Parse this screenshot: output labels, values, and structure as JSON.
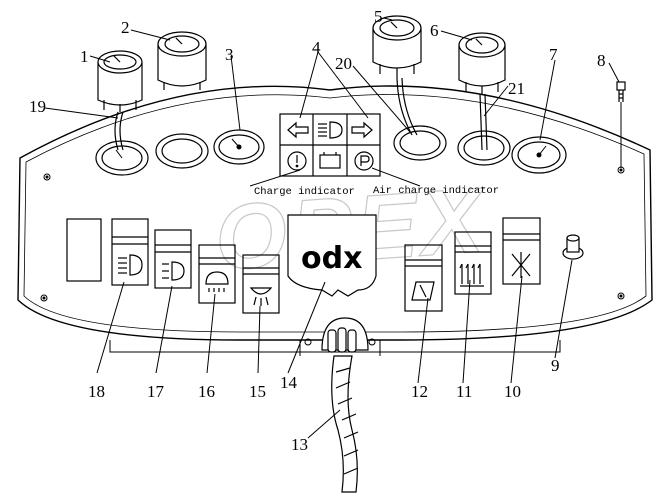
{
  "diagram": {
    "callouts": [
      "1",
      "2",
      "3",
      "4",
      "5",
      "6",
      "7",
      "8",
      "9",
      "10",
      "11",
      "12",
      "13",
      "14",
      "15",
      "16",
      "17",
      "18",
      "19",
      "20",
      "21"
    ],
    "captions": {
      "charge": "Charge indicator",
      "air_charge": "Air charge indicator"
    },
    "logo_text": "odx",
    "watermark_text": "OPEX"
  }
}
